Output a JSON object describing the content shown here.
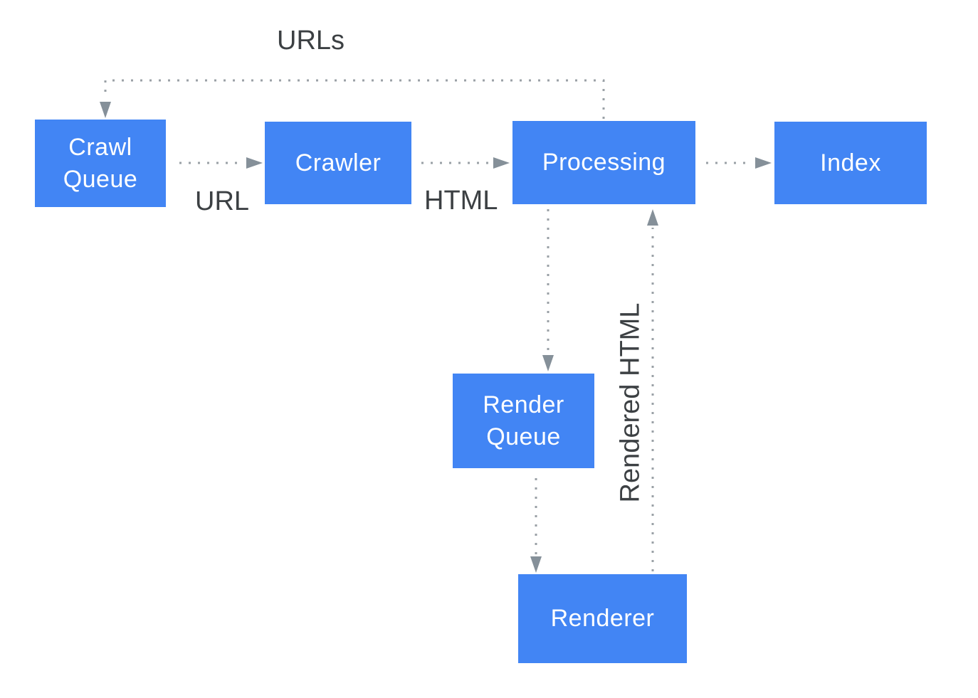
{
  "diagram": {
    "description": "Crawl, render and index pipeline flow diagram"
  },
  "colors": {
    "background": "#ffffff",
    "box_fill": "#4285f4",
    "box_text": "#ffffff",
    "stack_shadow_1": "#bfd2f6",
    "stack_shadow_2": "#d9e2f4",
    "connector": "#9aa0a6",
    "arrowhead": "#859099",
    "label_text": "#3c4043"
  },
  "nodes": [
    {
      "id": "crawl-queue",
      "text": "Crawl\nQueue",
      "stacked": true
    },
    {
      "id": "crawler",
      "text": "Crawler",
      "stacked": false
    },
    {
      "id": "processing",
      "text": "Processing",
      "stacked": false
    },
    {
      "id": "index",
      "text": "Index",
      "stacked": true
    },
    {
      "id": "render-queue",
      "text": "Render\nQueue",
      "stacked": true
    },
    {
      "id": "renderer",
      "text": "Renderer",
      "stacked": false
    }
  ],
  "edge_labels": {
    "urls": "URLs",
    "url": "URL",
    "html": "HTML",
    "rendered_html": "Rendered HTML"
  },
  "edges": [
    {
      "from": "Crawl Queue",
      "to": "Crawler",
      "label": "URL",
      "style": "dotted"
    },
    {
      "from": "Crawler",
      "to": "Processing",
      "label": "HTML",
      "style": "dotted"
    },
    {
      "from": "Processing",
      "to": "Index",
      "label": "",
      "style": "dotted"
    },
    {
      "from": "Processing",
      "to": "Crawl Queue",
      "label": "URLs",
      "style": "dotted"
    },
    {
      "from": "Processing",
      "to": "Render Queue",
      "label": "",
      "style": "dotted"
    },
    {
      "from": "Render Queue",
      "to": "Renderer",
      "label": "",
      "style": "dotted"
    },
    {
      "from": "Renderer",
      "to": "Processing",
      "label": "Rendered HTML",
      "style": "dotted"
    }
  ]
}
